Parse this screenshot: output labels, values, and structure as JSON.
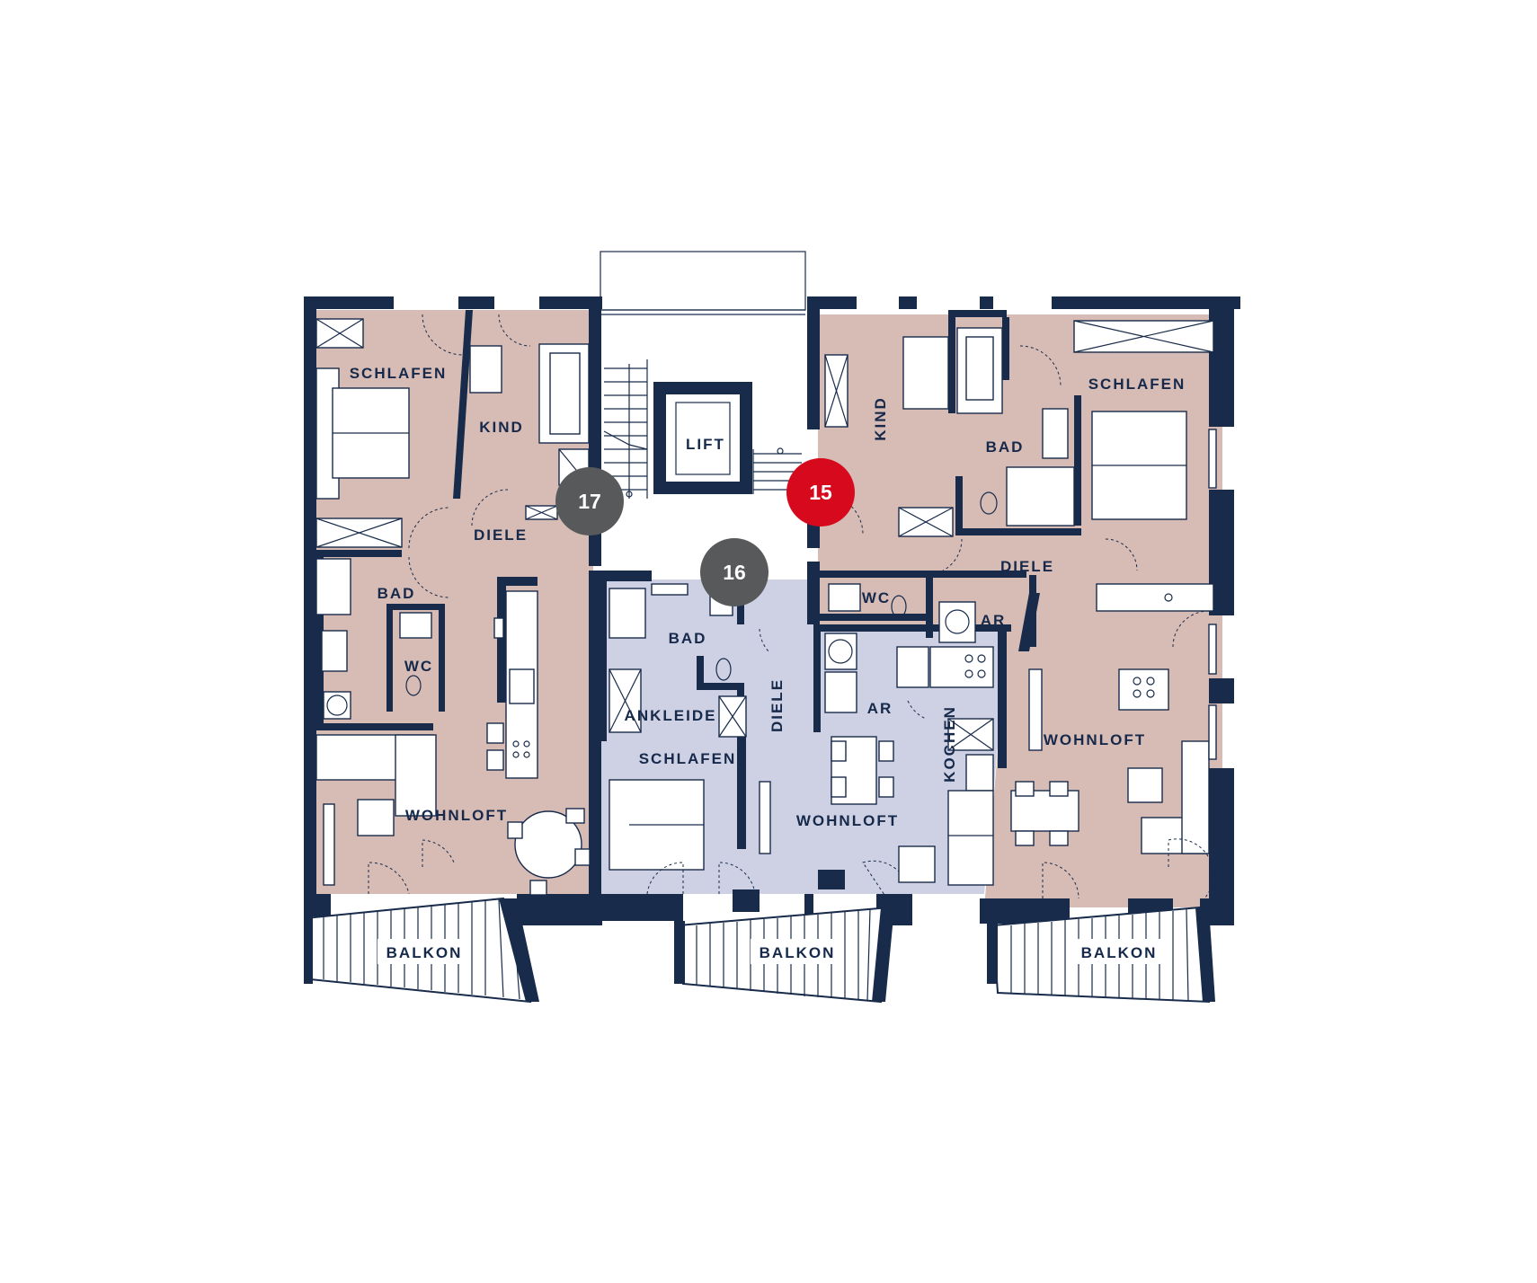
{
  "colors": {
    "wall": "#182b4a",
    "apartment_rose": "#d7bbb5",
    "apartment_lavender": "#cdd1e3",
    "badge_grey": "#58595b",
    "badge_red": "#d7091c"
  },
  "badges": {
    "unit_17": "17",
    "unit_16": "16",
    "unit_15": "15"
  },
  "core": {
    "lift": "LIFT"
  },
  "unit17": {
    "schlafen": "SCHLAFEN",
    "kind": "KIND",
    "diele": "DIELE",
    "bad": "BAD",
    "wc": "WC",
    "wohnloft": "WOHNLOFT",
    "balkon": "BALKON"
  },
  "unit16": {
    "bad": "BAD",
    "ankleide": "ANKLEIDE",
    "schlafen": "SCHLAFEN",
    "diele": "DIELE",
    "ar": "AR",
    "kochen": "KOCHEN",
    "wohnloft": "WOHNLOFT",
    "balkon": "BALKON"
  },
  "unit15": {
    "kind": "KIND",
    "bad": "BAD",
    "schlafen": "SCHLAFEN",
    "wc": "WC",
    "ar": "AR",
    "diele": "DIELE",
    "wohnloft": "WOHNLOFT",
    "balkon": "BALKON"
  }
}
